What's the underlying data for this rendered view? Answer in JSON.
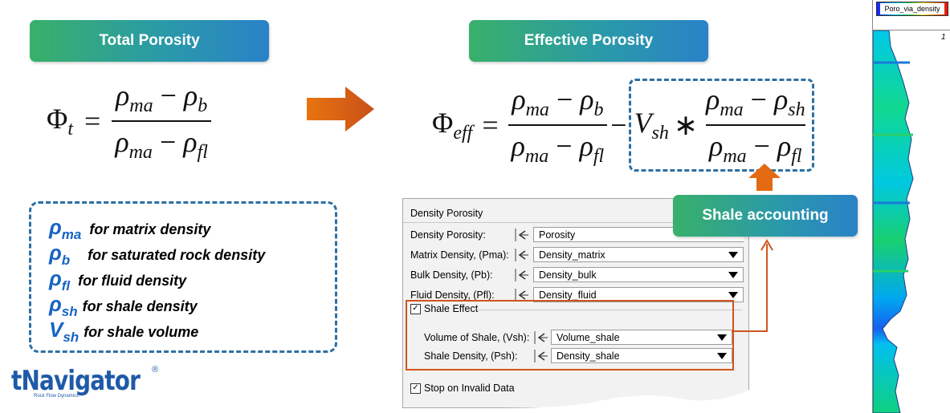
{
  "banners": {
    "total": "Total Porosity",
    "effective": "Effective Porosity",
    "shale": "Shale accounting"
  },
  "formula_total": {
    "lhs": "Φ",
    "lhs_sub": "t",
    "eq": "=",
    "num_a": "ρ",
    "num_a_sub": "ma",
    "minus": "−",
    "num_b": "ρ",
    "num_b_sub": "b",
    "den_a": "ρ",
    "den_a_sub": "ma",
    "den_b": "ρ",
    "den_b_sub": "fl"
  },
  "formula_eff": {
    "lhs": "Φ",
    "lhs_sub": "eff",
    "eq": "=",
    "minus": "−",
    "vsh": "V",
    "vsh_sub": "sh",
    "times": "∗",
    "num2_b_sub": "sh"
  },
  "legend": [
    {
      "sym": "ρ",
      "sub": "ma",
      "text": "for matrix density"
    },
    {
      "sym": "ρ",
      "sub": "b",
      "text": "for saturated rock density"
    },
    {
      "sym": "ρ",
      "sub": "fl",
      "text": "for fluid density"
    },
    {
      "sym": "ρ",
      "sub": "sh",
      "text": "for shale density"
    },
    {
      "sym": "V",
      "sub": "sh",
      "text": "for shale volume"
    }
  ],
  "logo": {
    "text": "tNavigator",
    "reg": "®",
    "tagline": "Rock Flow Dynamics"
  },
  "panel": {
    "title": "Density Porosity",
    "rows": [
      {
        "label": "Density Porosity:",
        "value": "Porosity"
      },
      {
        "label": "Matrix Density, (Pma):",
        "value": "Density_matrix"
      },
      {
        "label": "Bulk Density, (Pb):",
        "value": "Density_bulk"
      },
      {
        "label": "Fluid Density, (Pfl):",
        "value": "Density_fluid"
      }
    ],
    "shale_effect": "Shale Effect",
    "shale_rows": [
      {
        "label": "Volume of Shale, (Vsh):",
        "value": "Volume_shale"
      },
      {
        "label": "Shale Density, (Psh):",
        "value": "Density_shale"
      }
    ],
    "stop_label": "Stop on Invalid Data",
    "checked_mark": "✓"
  },
  "track": {
    "title": "Poro_via_density",
    "scale_min": "0",
    "scale_max": "1"
  },
  "colors": {
    "accent_blue": "#1764c4",
    "dashed_border": "#2d6fa3",
    "arrow_orange": "#e36a12",
    "highlight_box": "#d0551a"
  }
}
